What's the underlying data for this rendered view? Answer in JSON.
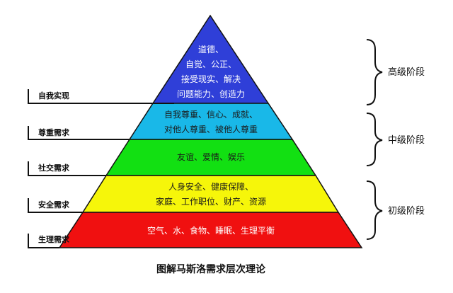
{
  "levels": [
    {
      "name": "自我实现",
      "color": "#2f3fd8",
      "text_color": "#ffffff",
      "lines": [
        "道德、",
        "自觉、公正、",
        "接受现实、解决",
        "问题能力、创造力"
      ]
    },
    {
      "name": "尊重需求",
      "color": "#19b8e8",
      "text_color": "#1a1a1a",
      "lines": [
        "自我尊重、信心、成就、",
        "对他人尊重、被他人尊重"
      ]
    },
    {
      "name": "社交需求",
      "color": "#12e012",
      "text_color": "#1a1a1a",
      "lines": [
        "友谊、爱情、娱乐"
      ]
    },
    {
      "name": "安全需求",
      "color": "#f6f60a",
      "text_color": "#1a1a1a",
      "lines": [
        "人身安全、健康保障、",
        "家庭、工作职位、财产、资源"
      ]
    },
    {
      "name": "生理需求",
      "color": "#f01010",
      "text_color": "#ffffff",
      "lines": [
        "空气、水、食物、睡眠、生理平衡"
      ]
    }
  ],
  "stages": [
    "高级阶段",
    "中级阶段",
    "初级阶段"
  ],
  "caption": "图解马斯洛需求层次理论"
}
